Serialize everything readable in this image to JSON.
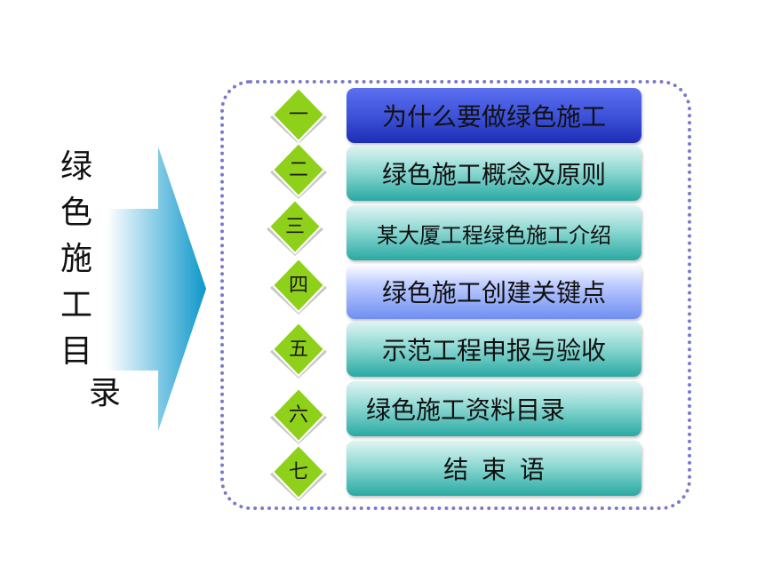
{
  "side_title": [
    "绿",
    "色",
    "施",
    "工",
    "目",
    "录"
  ],
  "colors": {
    "diamond": "#8fd11a",
    "frame_dots": "#7b79c9",
    "arrow": "#1aa0d0"
  },
  "items": [
    {
      "num": "一",
      "label": "为什么要做绿色施工",
      "style": "blue"
    },
    {
      "num": "二",
      "label": "绿色施工概念及原则",
      "style": "teal"
    },
    {
      "num": "三",
      "label": "某大厦工程绿色施工介绍",
      "style": "teal"
    },
    {
      "num": "四",
      "label": "绿色施工创建关键点",
      "style": "lightblue"
    },
    {
      "num": "五",
      "label": "示范工程申报与验收",
      "style": "teal"
    },
    {
      "num": "六",
      "label": "绿色施工资料目录",
      "style": "teal"
    },
    {
      "num": "七",
      "label": "结 束 语",
      "style": "teal"
    }
  ]
}
